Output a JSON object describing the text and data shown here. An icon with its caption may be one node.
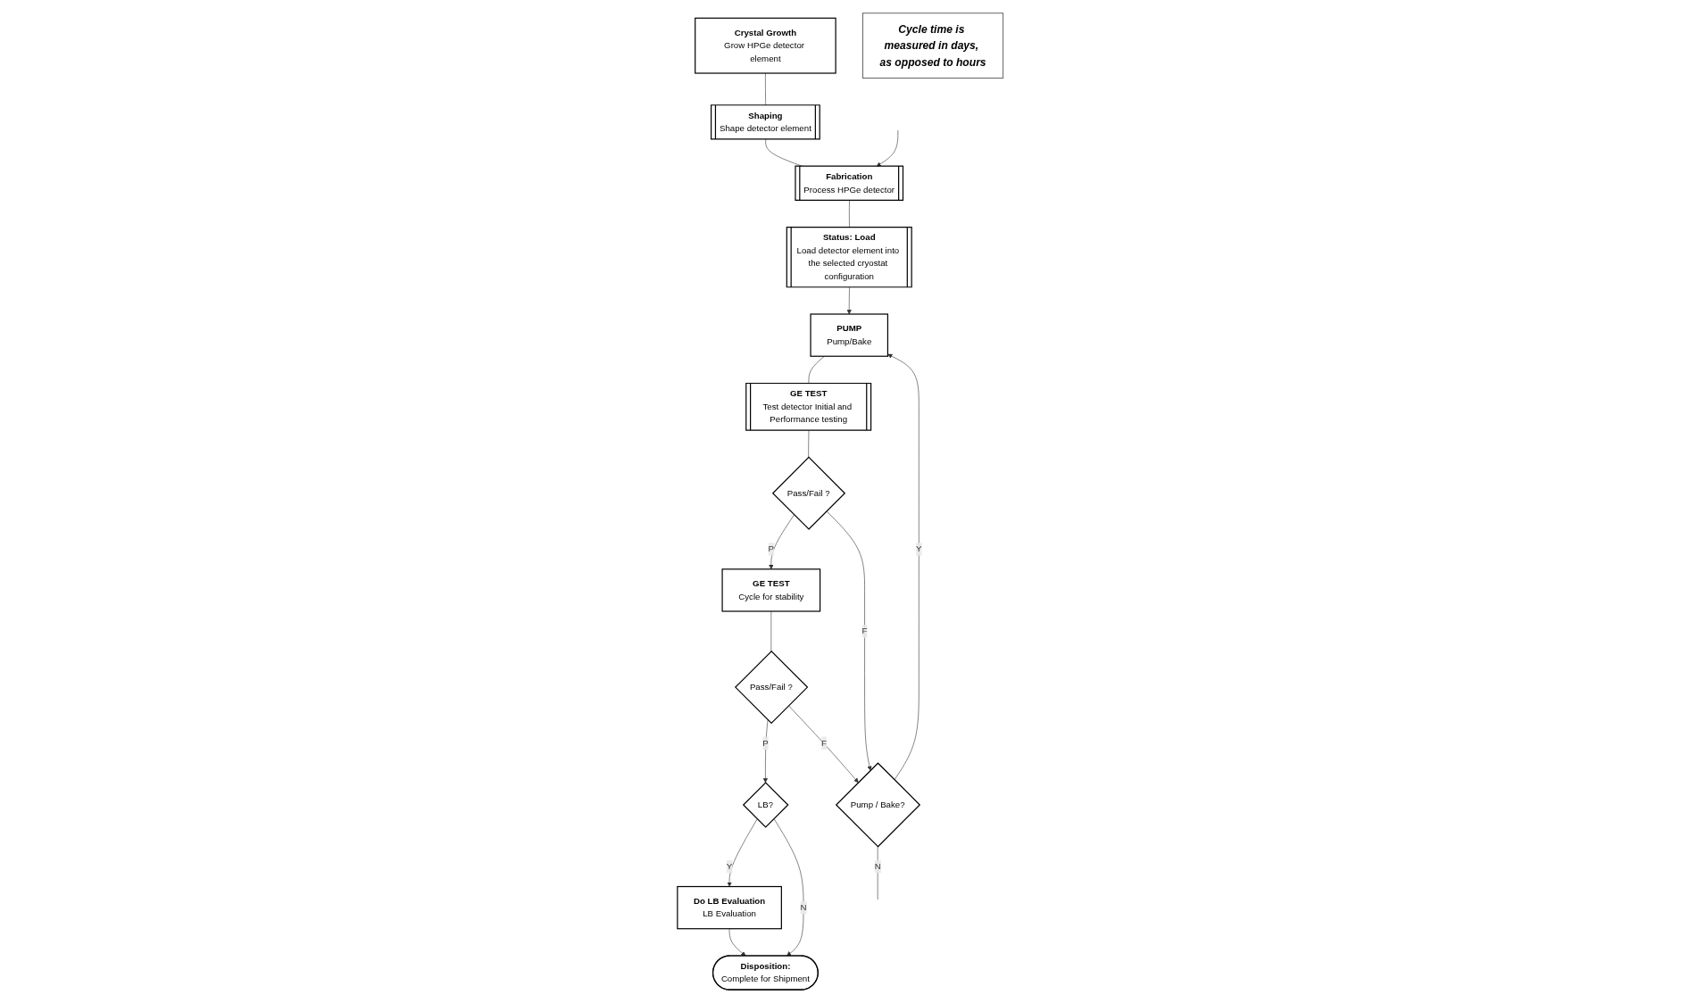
{
  "diagram": {
    "nodes": [
      {
        "text": [
          "Crystal Growth",
          "Grow HPGe detector element"
        ]
      },
      {
        "text": [
          "Shaping",
          "Shape detector element"
        ]
      },
      {
        "text": [
          "Fabrication",
          "Process HPGe detector"
        ]
      },
      {
        "text": [
          "Status: Load",
          "Load detector element into the selected cryostat configuration"
        ]
      },
      {
        "text": [
          "PUMP",
          "Pump/Bake"
        ]
      },
      {
        "text": [
          "GE TEST",
          "Test detector Initial and Performance testing"
        ]
      },
      {
        "text": [
          "Pass/Fail ?"
        ]
      },
      {
        "text": [
          "GE TEST",
          "Cycle for stability"
        ]
      },
      {
        "text": [
          "Pass/Fail ?"
        ]
      },
      {
        "text": [
          "LB?"
        ]
      },
      {
        "text": [
          "Do LB Evaluation",
          "LB Evaluation"
        ]
      },
      {
        "text": [
          "Pump / Bake?"
        ]
      },
      {
        "text": [
          "Disposition:",
          "Complete for Shipment"
        ]
      },
      {
        "text": [
          "Cycle time is measured in days, as opposed to hours"
        ]
      }
    ],
    "edges": [
      {
        "from": null,
        "to": 2,
        "arrow": "to"
      },
      {
        "from": 0,
        "to": 1,
        "arrow": "none"
      },
      {
        "from": 1,
        "to": 2,
        "arrow": "none"
      },
      {
        "from": 2,
        "to": 3,
        "arrow": "none"
      },
      {
        "from": 3,
        "to": 4,
        "arrow": "to"
      },
      {
        "from": 4,
        "to": 5,
        "arrow": "none"
      },
      {
        "from": 5,
        "to": 6,
        "arrow": "none"
      },
      {
        "from": 6,
        "to": 7,
        "label": "P",
        "arrow": "to"
      },
      {
        "from": 6,
        "to": 11,
        "label": "F",
        "arrow": "to"
      },
      {
        "from": 7,
        "to": 8,
        "arrow": "none"
      },
      {
        "from": 8,
        "to": 9,
        "label": "P",
        "arrow": "to"
      },
      {
        "from": 8,
        "to": 11,
        "label": "F",
        "arrow": "to"
      },
      {
        "from": 9,
        "to": 10,
        "label": "Y",
        "arrow": "to"
      },
      {
        "from": 9,
        "to": 12,
        "label": "N",
        "arrow": "to"
      },
      {
        "from": 10,
        "to": 12,
        "arrow": "to"
      },
      {
        "from": 11,
        "to": 4,
        "label": "Y",
        "arrow": "to"
      },
      {
        "from": 11,
        "to": null,
        "label": "N",
        "arrow": "none"
      }
    ]
  }
}
